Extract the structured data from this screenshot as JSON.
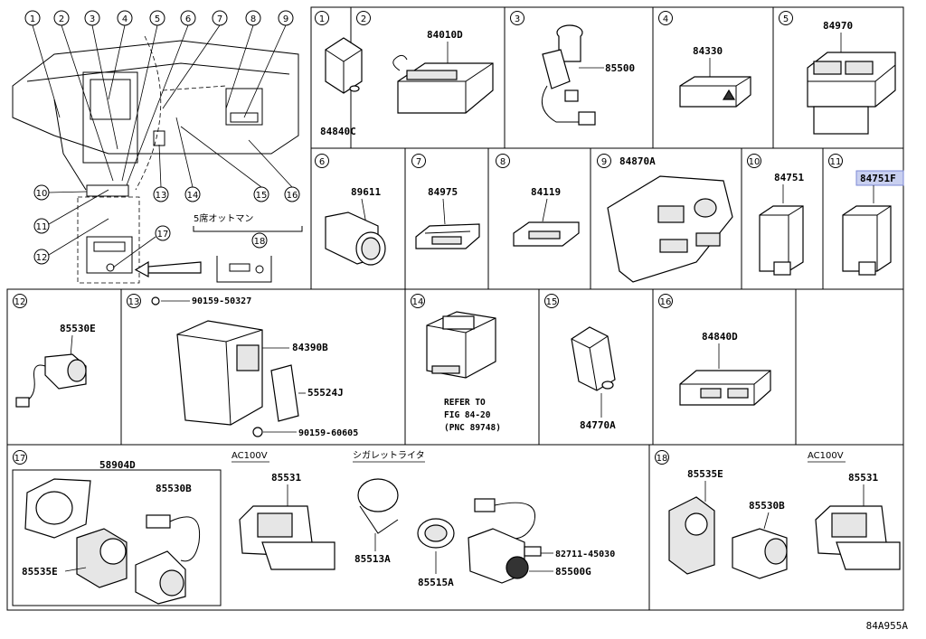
{
  "overview": {
    "callouts": [
      "1",
      "2",
      "3",
      "4",
      "5",
      "6",
      "7",
      "8",
      "9",
      "10",
      "11",
      "12",
      "13",
      "14",
      "15",
      "16",
      "17",
      "18"
    ],
    "ottoman_label": "5席オットマン"
  },
  "cells": [
    {
      "num": "1",
      "parts": [
        "84840C"
      ]
    },
    {
      "num": "2",
      "parts": [
        "84010D"
      ]
    },
    {
      "num": "3",
      "parts": [
        "85500"
      ]
    },
    {
      "num": "4",
      "parts": [
        "84330"
      ]
    },
    {
      "num": "5",
      "parts": [
        "84970"
      ]
    },
    {
      "num": "6",
      "parts": [
        "89611"
      ]
    },
    {
      "num": "7",
      "parts": [
        "84975"
      ]
    },
    {
      "num": "8",
      "parts": [
        "84119"
      ]
    },
    {
      "num": "9",
      "parts": [
        "84870A"
      ]
    },
    {
      "num": "10",
      "parts": [
        "84751"
      ]
    },
    {
      "num": "11",
      "parts": [
        "84751F"
      ]
    },
    {
      "num": "12",
      "parts": [
        "85530E"
      ]
    },
    {
      "num": "13",
      "parts": [
        "90159-50327",
        "84390B",
        "55524J",
        "90159-60605"
      ]
    },
    {
      "num": "14",
      "parts": [],
      "refer": [
        "REFER TO",
        "FIG 84-20",
        "(PNC 89748)"
      ]
    },
    {
      "num": "15",
      "parts": [
        "84770A"
      ]
    },
    {
      "num": "16",
      "parts": [
        "84840D"
      ]
    },
    {
      "num": "17",
      "parts": [
        "58904D",
        "85530B",
        "85535E",
        "85531",
        "85513A",
        "85515A",
        "85500G",
        "82711-45030"
      ],
      "labels": [
        "AC100V",
        "シガレットライタ"
      ]
    },
    {
      "num": "18",
      "parts": [
        "85535E",
        "85530B",
        "85531"
      ],
      "labels": [
        "AC100V"
      ]
    }
  ],
  "highlight_part": "84751F",
  "figure_code": "84A955A"
}
